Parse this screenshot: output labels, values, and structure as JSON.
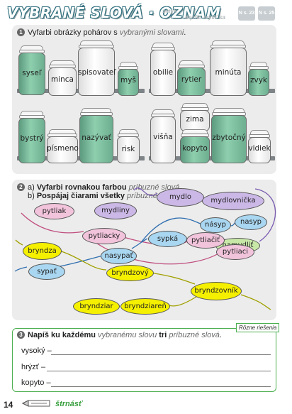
{
  "header": {
    "title": "VYBRANÉ SLOVÁ · OZNAM",
    "words": [
      "smyk",
      "mydlo",
      "mýliť sa"
    ],
    "tiles": [
      "N s. 23",
      "N s. 25"
    ]
  },
  "exercise1": {
    "number": "1",
    "instruction_text": "Vyfarbi obrázky pohárov s ",
    "instruction_emph": "vybranými slovami",
    "instruction_end": ".",
    "jars": [
      {
        "label": "syseľ",
        "color": "green"
      },
      {
        "label": "minca",
        "color": "white"
      },
      {
        "label": "spisovateľ",
        "color": "white"
      },
      {
        "label": "myš",
        "color": "green"
      },
      {
        "label": "obilie",
        "color": "white"
      },
      {
        "label": "rytier",
        "color": "green"
      },
      {
        "label": "minúta",
        "color": "white"
      },
      {
        "label": "zvyk",
        "color": "green"
      },
      {
        "label": "bystrý",
        "color": "green"
      },
      {
        "label": "písmeno",
        "color": "white"
      },
      {
        "label": "nazývať",
        "color": "green"
      },
      {
        "label": "risk",
        "color": "white"
      },
      {
        "label": "višňa",
        "color": "white"
      },
      {
        "label": "zima",
        "color": "white"
      },
      {
        "label": "kopyto",
        "color": "green"
      },
      {
        "label": "zbytočný",
        "color": "green"
      },
      {
        "label": "vidiek",
        "color": "white"
      }
    ]
  },
  "exercise2": {
    "number": "2",
    "line_a_prefix": "a) ",
    "line_a_bold": "Vyfarbi rovnakou farbou ",
    "line_a_emph": "príbuzné slová",
    "line_a_end": ".",
    "line_b_prefix": "b) ",
    "line_b_bold": "Pospájaj čiarami všetky ",
    "line_b_emph": "príbuzné slová",
    "line_b_end": ".",
    "words": [
      "mydliny",
      "mydlo",
      "mydlovnička",
      "pytliak",
      "pytliacky",
      "sypká",
      "násyp",
      "nasyp",
      "namydliť",
      "bryndza",
      "nasypať",
      "pytliačiť",
      "pytliaci",
      "sypať",
      "bryndzový",
      "bryndzovník",
      "bryndziar",
      "bryndziareň"
    ]
  },
  "exercise3": {
    "number": "3",
    "instruction_bold": "Napíš ku každému ",
    "instruction_emph1": "vybranému slovu",
    "instruction_bold2": " tri ",
    "instruction_emph2": "príbuzné slová",
    "instruction_end": ".",
    "badge": "Rôzne riešenia",
    "rows": [
      "vysoký –",
      "hrýzť –",
      "kopyto –"
    ]
  },
  "footer": {
    "page_number": "14",
    "brand": "štrnásť"
  }
}
